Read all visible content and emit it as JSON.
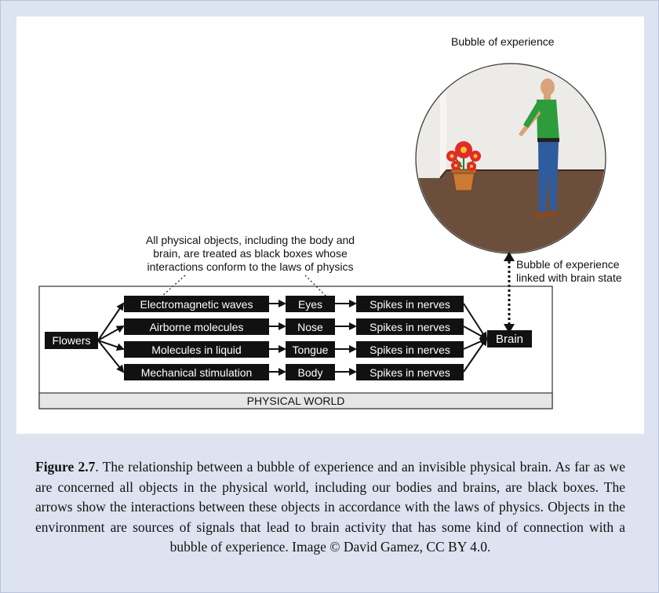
{
  "diagram": {
    "bubble_label": "Bubble of experience",
    "annotation_lines": [
      "All physical objects, including the body and",
      "brain, are treated as black boxes whose",
      "interactions conform to the laws of physics"
    ],
    "link_label_lines": [
      "Bubble of experience",
      "linked with brain state"
    ],
    "source": "Flowers",
    "signals": [
      "Electromagnetic waves",
      "Airborne molecules",
      "Molecules in liquid",
      "Mechanical stimulation"
    ],
    "organs": [
      "Eyes",
      "Nose",
      "Tongue",
      "Body"
    ],
    "nerves": [
      "Spikes in nerves",
      "Spikes in nerves",
      "Spikes in nerves",
      "Spikes in nerves"
    ],
    "target": "Brain",
    "world_label": "PHYSICAL WORLD",
    "colors": {
      "background": "#dde3f0",
      "box": "#111111",
      "shirt": "#2d9c3b",
      "trousers": "#2f5c9e",
      "floor": "#6b4e3c",
      "flower": "#e02b2b"
    }
  },
  "caption": {
    "label": "Figure 2.7",
    "text": ". The relationship between a bubble of experience and an invisible physical brain. As far as we are concerned all objects in the physical world, including our bodies and brains, are black boxes. The arrows show the interactions between these objects in accordance with the laws of physics. Objects in the environment are sources of signals that lead to brain activity that has some kind of connection with a bubble of experience. Image © David Gamez, CC BY 4.0."
  }
}
